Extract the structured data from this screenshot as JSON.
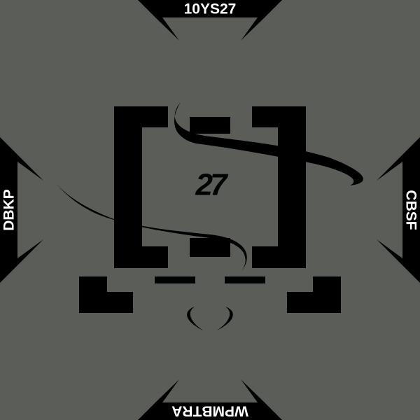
{
  "labels": {
    "top": "10YS27",
    "right": "CBSF",
    "bottom": "WPMBTRA",
    "left": "DBKP"
  },
  "center_number": "27",
  "colors": {
    "background": "#5b5d58",
    "ink": "#000000",
    "label_text": "#ffffff"
  }
}
